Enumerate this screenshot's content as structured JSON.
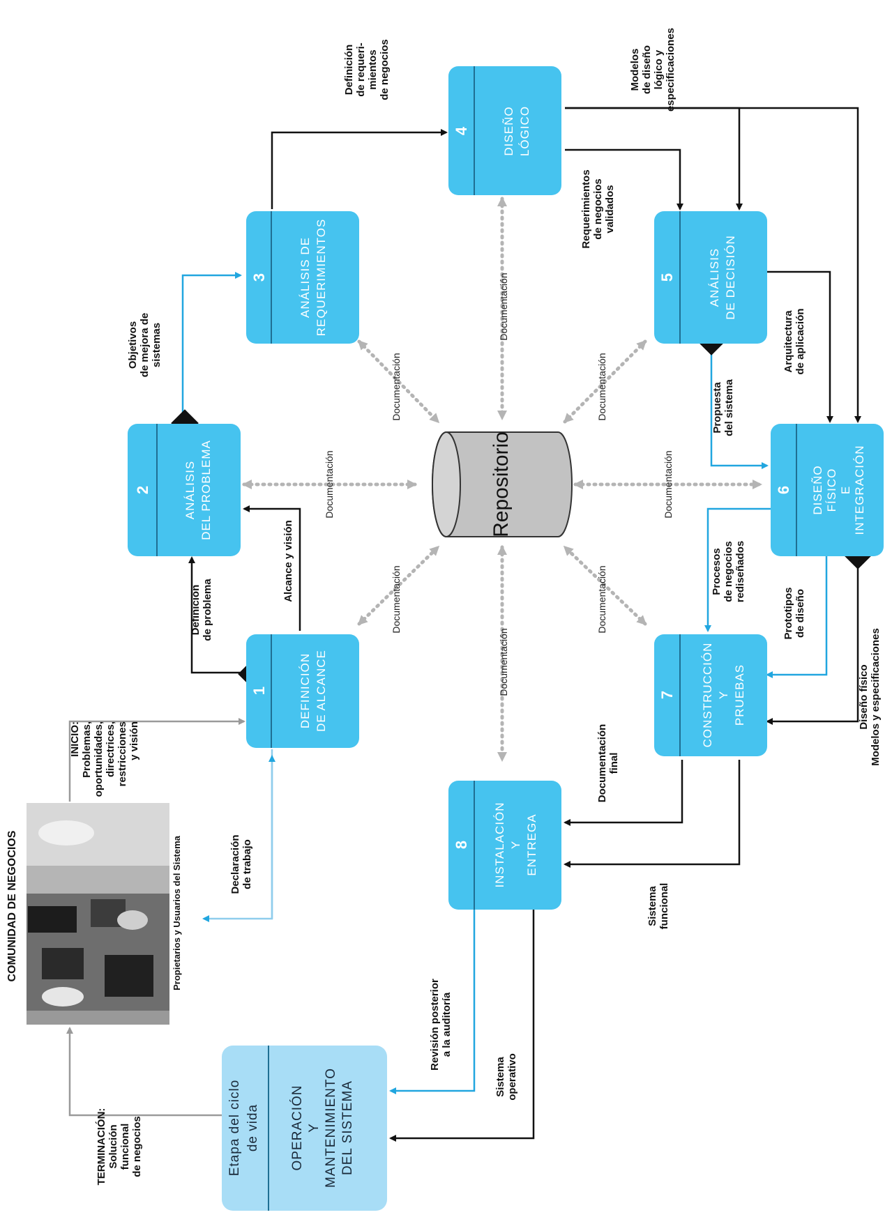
{
  "colors": {
    "box": "#46c3ef",
    "box_light": "#a8ddf6",
    "box_divider": "#1f6f93",
    "arrow_dark": "#111111",
    "arrow_blue": "#21a6df",
    "arrow_gray": "#9a9a9a",
    "doc_arrow": "#b4b4b4",
    "repository": "#c2c2c2"
  },
  "community": {
    "title": "COMUNIDAD DE NEGOCIOS",
    "caption": "Propietarios y Usuarios del Sistema"
  },
  "phases": [
    {
      "number": "1",
      "line1": "DEFINICIÓN",
      "line2": "DE ALCANCE",
      "line3": ""
    },
    {
      "number": "2",
      "line1": "ANÁLISIS",
      "line2": "DEL PROBLEMA",
      "line3": ""
    },
    {
      "number": "3",
      "line1": "ANÁLISIS DE",
      "line2": "REQUERIMIENTOS",
      "line3": ""
    },
    {
      "number": "4",
      "line1": "DISEÑO",
      "line2": "LÓGICO",
      "line3": ""
    },
    {
      "number": "5",
      "line1": "ANÁLISIS",
      "line2": "DE DECISIÓN",
      "line3": ""
    },
    {
      "number": "6",
      "line1": "DISEÑO",
      "line2": "FÍSICO",
      "line3": "E",
      "line4": "INTEGRACIÓN"
    },
    {
      "number": "7",
      "line1": "CONSTRUCCIÓN",
      "line2": "Y",
      "line3": "PRUEBAS"
    },
    {
      "number": "8",
      "line1": "INSTALACIÓN",
      "line2": "Y",
      "line3": "ENTREGA"
    }
  ],
  "operation": {
    "stage1": "Etapa del ciclo",
    "stage2": "de vida",
    "line1": "OPERACIÓN",
    "line2": "Y",
    "line3": "MANTENIMIENTO",
    "line4": "DEL SISTEMA"
  },
  "repository": "Repositorio",
  "documentation": "Documentación",
  "labels": {
    "inicio": [
      "INICIO:",
      "Problemas,",
      "oportunidades,",
      "directrices,",
      "restricciones",
      "y visión"
    ],
    "declaracion": [
      "Declaración",
      "de trabajo"
    ],
    "definicion_problema": [
      "Definición",
      "de problema"
    ],
    "alcance": [
      "Alcance y visión"
    ],
    "objetivos": [
      "Objetivos",
      "de mejora de",
      "sistemas"
    ],
    "def_req": [
      "Definición",
      "de requeri-",
      "mientos",
      "de negocios"
    ],
    "modelos": [
      "Modelos",
      "de diseño",
      "lógico y",
      "especificaciones"
    ],
    "req_validados": [
      "Requerimientos",
      "de negocios",
      "validados"
    ],
    "arquitectura": [
      "Arquitectura",
      "de aplicación"
    ],
    "propuesta": [
      "Propuesta",
      "del sistema"
    ],
    "procesos": [
      "Procesos",
      "de negocios",
      "rediseñados"
    ],
    "prototipos": [
      "Prototipos",
      "de diseño"
    ],
    "diseno_fisico": [
      "Diseño físico",
      "Modelos y especificaciones"
    ],
    "doc_final": [
      "Documentación",
      "final"
    ],
    "sistema_funcional": [
      "Sistema",
      "funcional"
    ],
    "revision": [
      "Revisión posterior",
      "a la auditoría"
    ],
    "sistema_operativo": [
      "Sistema",
      "operativo"
    ],
    "terminacion": [
      "TERMINACIÓN:",
      "Solución",
      "funcional",
      "de negocios"
    ]
  }
}
